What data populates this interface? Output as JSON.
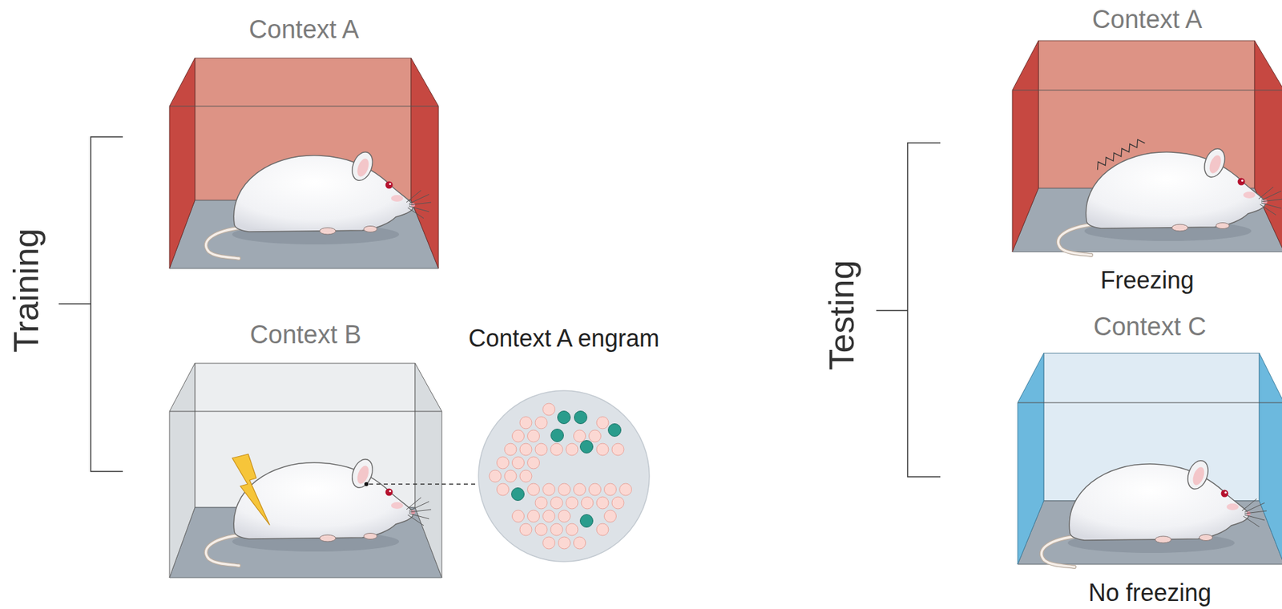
{
  "diagram": {
    "nodes": [
      {
        "text": [
          "Context A"
        ]
      },
      {
        "text": [
          "Context B"
        ]
      },
      {
        "text": [
          "Context A engram"
        ]
      },
      {
        "text": [
          "Context A",
          "Freezing"
        ]
      },
      {
        "text": [
          "Context C",
          "No freezing"
        ]
      }
    ],
    "edges": [
      {
        "from": 1,
        "to": 2,
        "arrow": "none"
      }
    ],
    "labels": [
      "Training",
      "Testing"
    ]
  }
}
